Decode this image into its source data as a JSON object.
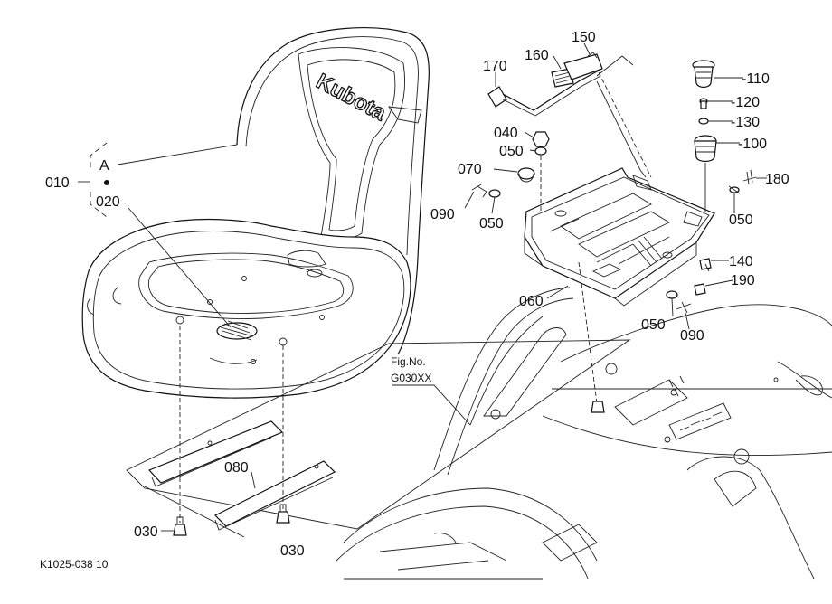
{
  "brand_text": "Kubota",
  "figure_ref": {
    "line1": "Fig.No.",
    "line2": "G030XX"
  },
  "view_mark": "A",
  "footer_code": "K1025-038 10",
  "labels": [
    {
      "id": "010",
      "text": "010"
    },
    {
      "id": "020",
      "text": "020"
    },
    {
      "id": "030a",
      "text": "030"
    },
    {
      "id": "030b",
      "text": "030"
    },
    {
      "id": "040",
      "text": "040"
    },
    {
      "id": "050a",
      "text": "050"
    },
    {
      "id": "050b",
      "text": "050"
    },
    {
      "id": "050c",
      "text": "050"
    },
    {
      "id": "050d",
      "text": "050"
    },
    {
      "id": "060",
      "text": "060"
    },
    {
      "id": "070",
      "text": "070"
    },
    {
      "id": "080",
      "text": "080"
    },
    {
      "id": "090a",
      "text": "090"
    },
    {
      "id": "090b",
      "text": "090"
    },
    {
      "id": "100",
      "text": "-100"
    },
    {
      "id": "110",
      "text": "-110"
    },
    {
      "id": "120",
      "text": "-120"
    },
    {
      "id": "130",
      "text": "-130"
    },
    {
      "id": "140",
      "text": "140"
    },
    {
      "id": "150",
      "text": "150"
    },
    {
      "id": "160",
      "text": "160"
    },
    {
      "id": "170",
      "text": "170"
    },
    {
      "id": "180",
      "text": "180"
    },
    {
      "id": "190",
      "text": "190"
    }
  ]
}
